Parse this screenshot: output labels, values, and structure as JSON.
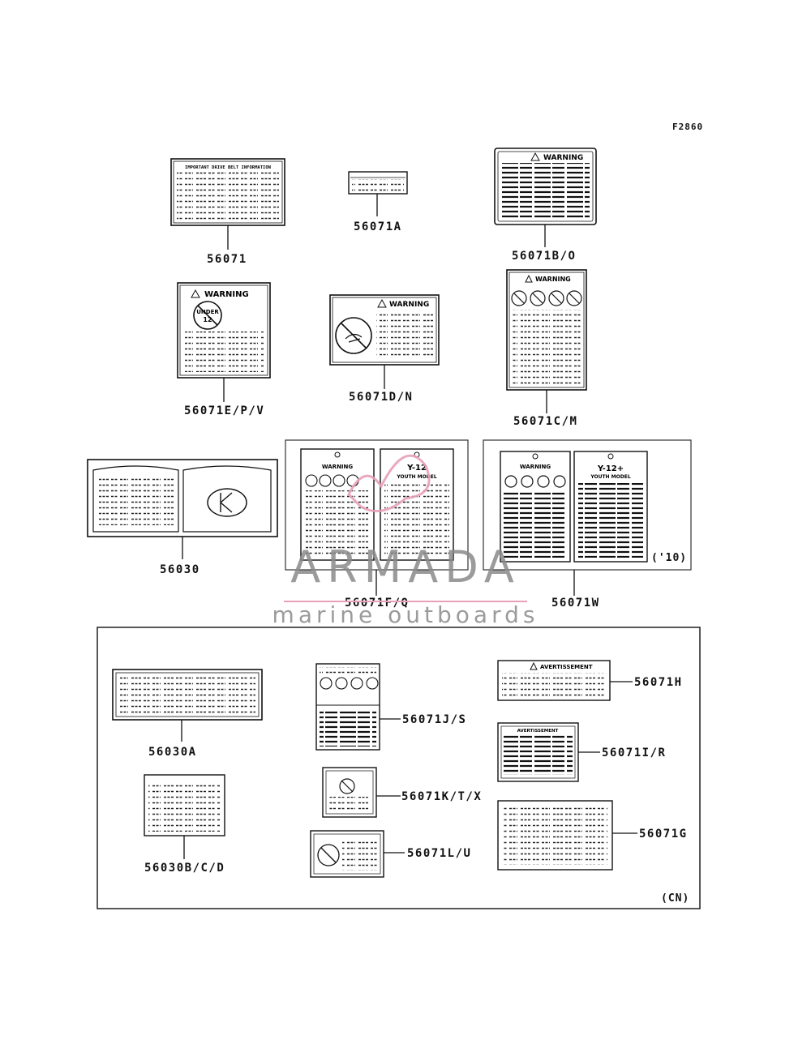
{
  "figure_id": "F2860",
  "watermark": {
    "brand": "ARMADA",
    "tagline": "marine outboards",
    "accent": "#e8a0b8"
  },
  "parts": [
    {
      "id": "p56071",
      "code": "56071"
    },
    {
      "id": "p56071A",
      "code": "56071A"
    },
    {
      "id": "p56071BO",
      "code": "56071B/O"
    },
    {
      "id": "p56071EPV",
      "code": "56071E/P/V"
    },
    {
      "id": "p56071DN",
      "code": "56071D/N"
    },
    {
      "id": "p56071CM",
      "code": "56071C/M"
    },
    {
      "id": "p56030",
      "code": "56030"
    },
    {
      "id": "p56071FQ",
      "code": "56071F/Q"
    },
    {
      "id": "p56071W",
      "code": "56071W"
    },
    {
      "id": "p56030A",
      "code": "56030A"
    },
    {
      "id": "p56030BCD",
      "code": "56030B/C/D"
    },
    {
      "id": "p56071JS",
      "code": "56071J/S"
    },
    {
      "id": "p56071KTX",
      "code": "56071K/T/X"
    },
    {
      "id": "p56071LU",
      "code": "56071L/U"
    },
    {
      "id": "p56071H",
      "code": "56071H"
    },
    {
      "id": "p56071IR",
      "code": "56071I/R"
    },
    {
      "id": "p56071G",
      "code": "56071G"
    }
  ],
  "notes": {
    "year_note": "('10)",
    "region_note": "(CN)"
  },
  "label_headings": {
    "warning": "WARNING",
    "avertissement": "AVERTISSEMENT",
    "drive_belt": "IMPORTANT DRIVE BELT INFORMATION",
    "under": "UNDER",
    "age": "12",
    "y12": "Y-12",
    "y12plus": "Y-12+",
    "youth_model": "YOUTH MODEL"
  },
  "colors": {
    "line": "#111111",
    "frame": "#333333"
  }
}
